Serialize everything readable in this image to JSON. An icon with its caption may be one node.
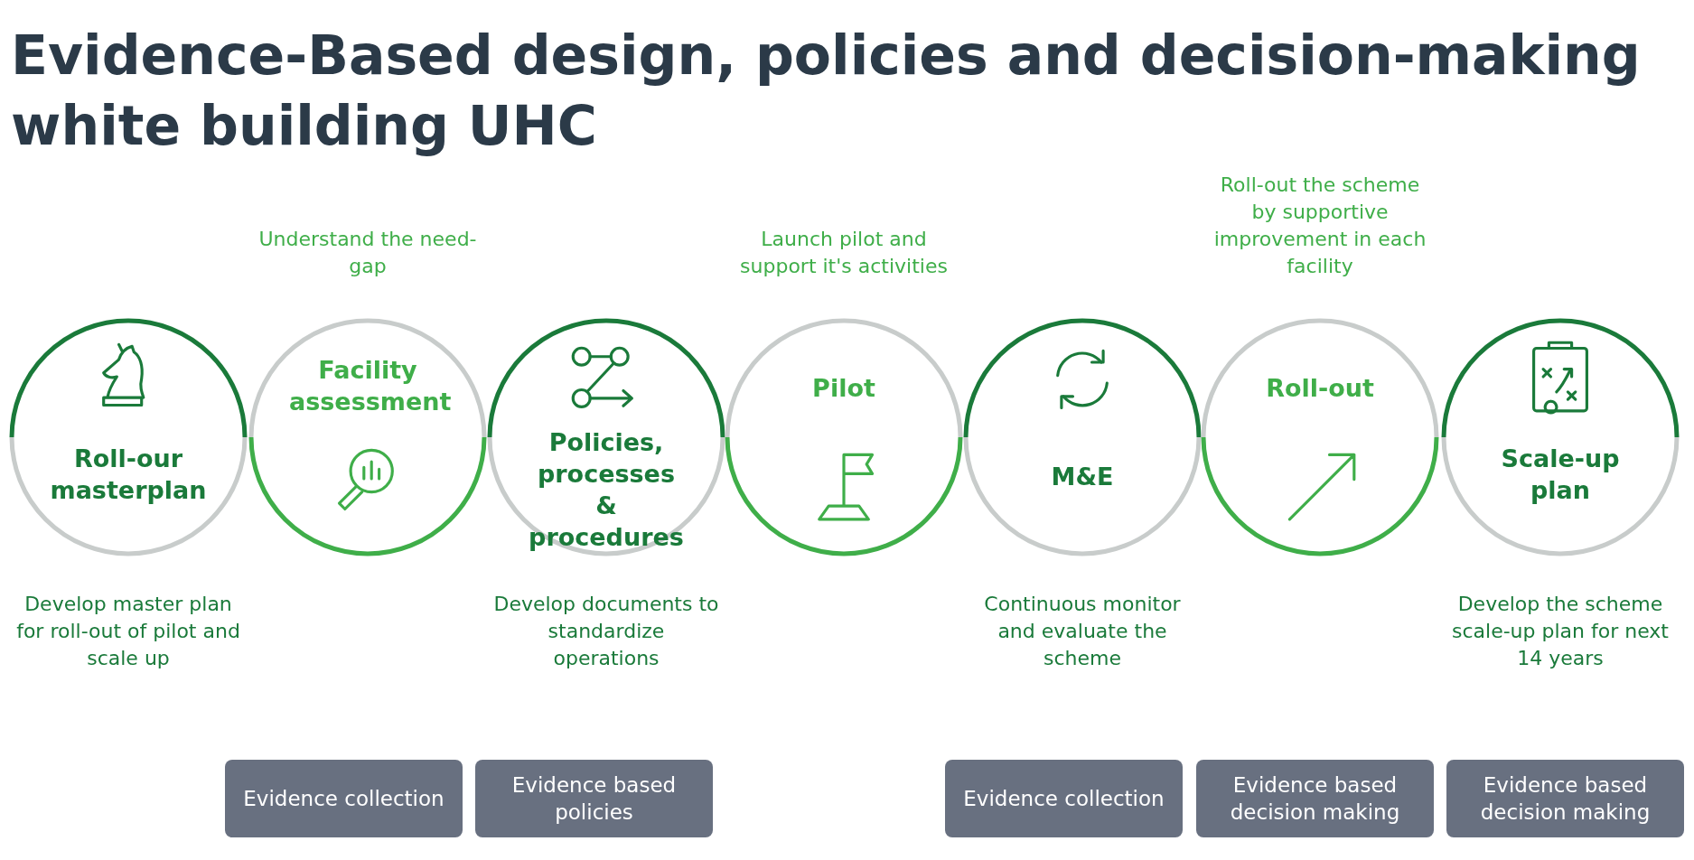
{
  "diagram": {
    "title": "Evidence-Based design, policies and decision-making white building UHC",
    "nodes": [
      {
        "text": [
          "Roll-our masterplan"
        ],
        "beside": [
          "Develop master plan for roll-out of pilot and scale up"
        ]
      },
      {
        "text": [
          "Facility assessment"
        ],
        "beside": [
          "Understand the need-gap"
        ]
      },
      {
        "text": [
          "Policies, processes & procedures"
        ],
        "beside": [
          "Develop documents to standardize operations"
        ]
      },
      {
        "text": [
          "Pilot"
        ],
        "beside": [
          "Launch pilot and support it's activities"
        ]
      },
      {
        "text": [
          "M&E"
        ],
        "beside": [
          "Continuous monitor and evaluate the scheme"
        ]
      },
      {
        "text": [
          "Roll-out"
        ],
        "beside": [
          "Roll-out the scheme by supportive improvement in each facility"
        ]
      },
      {
        "text": [
          "Scale-up plan"
        ],
        "beside": [
          "Develop the scheme scale-up plan for next 14 years"
        ]
      },
      {
        "text": [
          "Evidence collection"
        ]
      },
      {
        "text": [
          "Evidence based policies"
        ]
      },
      {
        "text": [
          "Evidence collection"
        ]
      },
      {
        "text": [
          "Evidence based decision making"
        ]
      },
      {
        "text": [
          "Evidence based decision making"
        ]
      }
    ]
  }
}
